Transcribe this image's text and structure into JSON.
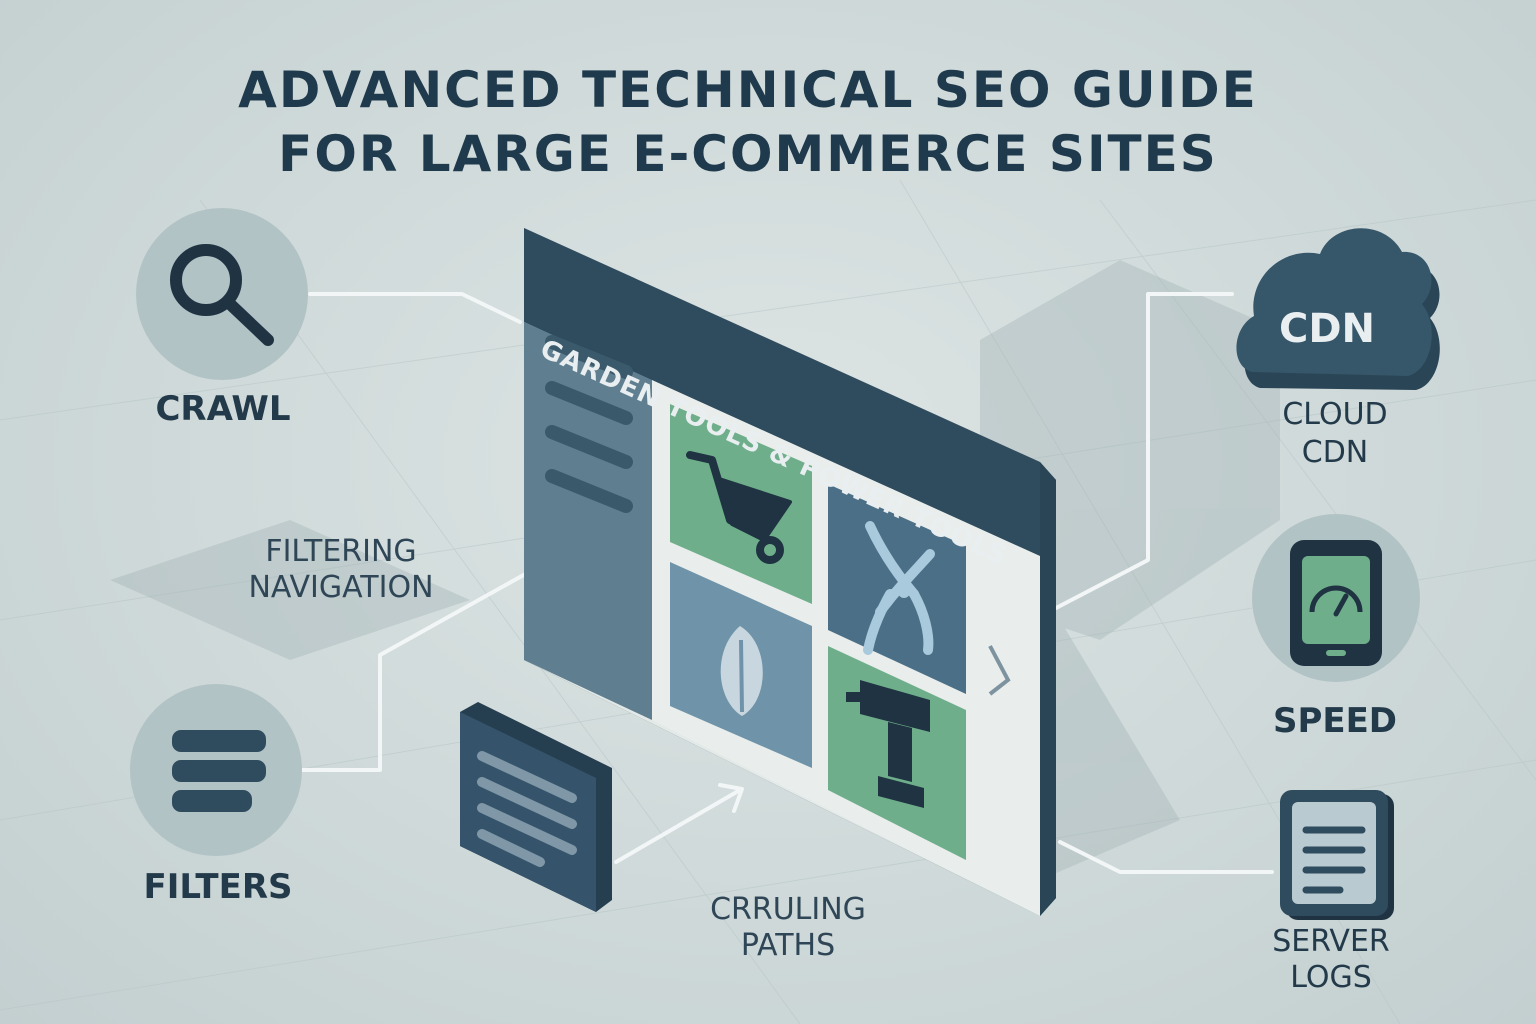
{
  "title": {
    "line1": "ADVANCED TECHNICAL SEO GUIDE",
    "line2": "FOR LARGE E-COMMERCE SITES"
  },
  "browser": {
    "header": "GARDEN TOOLS & POWER TOOLS",
    "tiles": [
      {
        "icon": "wheelbarrow-icon",
        "color": "#6fae8b"
      },
      {
        "icon": "pruning-shears-icon",
        "color": "#4b6f86"
      },
      {
        "icon": "leaf-icon",
        "color": "#6f93a8"
      },
      {
        "icon": "power-drill-icon",
        "color": "#6fae8b"
      }
    ]
  },
  "left_items": {
    "crawl": {
      "label": "CRAWL",
      "icon": "magnifier-icon"
    },
    "filters": {
      "label": "FILTERS",
      "icon": "filter-lines-icon"
    },
    "filtering_navigation": {
      "line1": "FILTERING",
      "line2": "NAVIGATION"
    },
    "crawling_paths": {
      "line1": "CRRULING",
      "line2": "PATHS"
    },
    "document": {
      "icon": "document-icon"
    }
  },
  "right_items": {
    "cdn": {
      "cloud_text": "CDN",
      "line1": "CLOUD",
      "line2": "CDN",
      "icon": "cloud-icon"
    },
    "speed": {
      "label": "SPEED",
      "icon": "speedometer-tablet-icon"
    },
    "server_logs": {
      "line1": "SERVER",
      "line2": "LOGS",
      "icon": "log-file-icon"
    }
  },
  "colors": {
    "dark": "#2c4a5e",
    "accent_green": "#6fae8b",
    "slate": "#4b6f86",
    "background": "#cfd9d9"
  }
}
